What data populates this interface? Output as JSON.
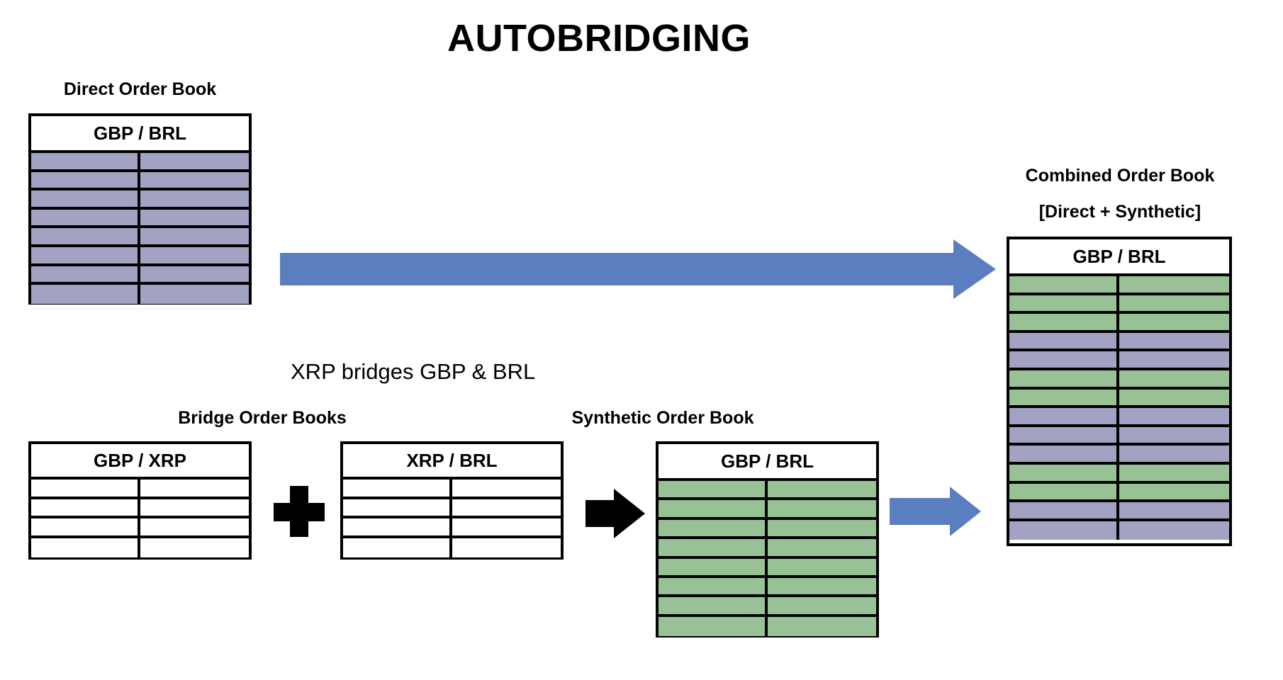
{
  "page": {
    "title": "AUTOBRIDGING",
    "background": "#ffffff"
  },
  "colors": {
    "direct_fill": "#a2a2c3",
    "synthetic_fill": "#98c295",
    "arrow_blue": "#5b7ec0",
    "arrow_black": "#000000",
    "border": "#000000"
  },
  "direct_book": {
    "caption": "Direct Order Book",
    "header": "GBP / BRL",
    "columns": 2,
    "row_count": 8,
    "rows": [
      "purple",
      "purple",
      "purple",
      "purple",
      "purple",
      "purple",
      "purple",
      "purple"
    ]
  },
  "bridge_books": {
    "caption": "Bridge Order Books",
    "operator": "+",
    "books": [
      {
        "header": "GBP / XRP",
        "columns": 2,
        "row_count": 4,
        "rows": [
          "white",
          "white",
          "white",
          "white"
        ]
      },
      {
        "header": "XRP / BRL",
        "columns": 2,
        "row_count": 4,
        "rows": [
          "white",
          "white",
          "white",
          "white"
        ]
      }
    ]
  },
  "synthetic_book": {
    "caption": "Synthetic Order Book",
    "header": "GBP / BRL",
    "columns": 2,
    "row_count": 8,
    "rows": [
      "green",
      "green",
      "green",
      "green",
      "green",
      "green",
      "green",
      "green"
    ]
  },
  "combined_book": {
    "caption_line1": "Combined Order Book",
    "caption_line2": "[Direct + Synthetic]",
    "header": "GBP / BRL",
    "columns": 2,
    "row_count": 14,
    "rows": [
      "green",
      "green",
      "green",
      "purple",
      "purple",
      "green",
      "green",
      "purple",
      "purple",
      "purple",
      "green",
      "green",
      "purple",
      "purple"
    ]
  },
  "bridge_note": "XRP bridges GBP & BRL",
  "arrows": {
    "direct_to_combined": "right-arrow-blue",
    "bridges_to_synthetic": "right-arrow-black",
    "synthetic_to_combined": "right-arrow-blue"
  }
}
